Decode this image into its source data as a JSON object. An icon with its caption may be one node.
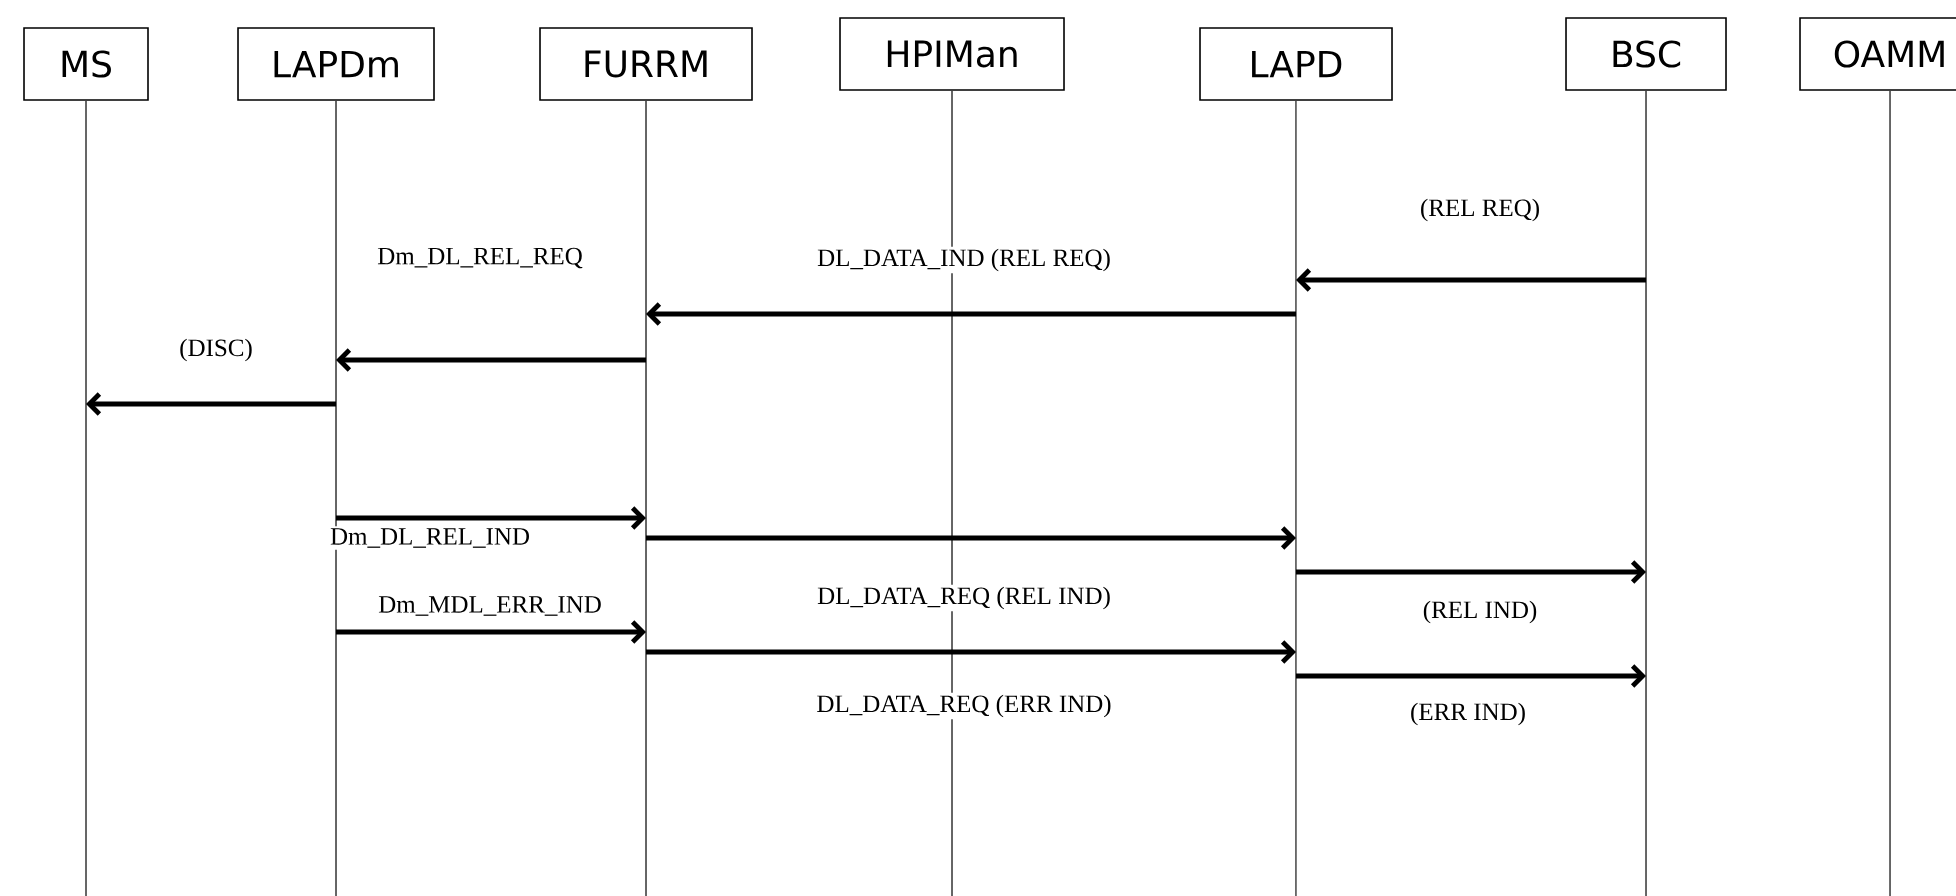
{
  "diagram": {
    "nodes": [
      {
        "text": [
          "MS"
        ]
      },
      {
        "text": [
          "LAPDm"
        ]
      },
      {
        "text": [
          "FURRM"
        ]
      },
      {
        "text": [
          "HPIMan"
        ]
      },
      {
        "text": [
          "LAPD"
        ]
      },
      {
        "text": [
          "BSC"
        ]
      },
      {
        "text": [
          "OAMM"
        ]
      }
    ],
    "edges": [
      {
        "from": 5,
        "to": 4,
        "arrow": "to",
        "label": "(REL REQ)"
      },
      {
        "from": 4,
        "to": 2,
        "arrow": "to",
        "label": "DL_DATA_IND (REL REQ)"
      },
      {
        "from": 2,
        "to": 1,
        "arrow": "to",
        "label": "Dm_DL_REL_REQ"
      },
      {
        "from": 1,
        "to": 0,
        "arrow": "to",
        "label": "(DISC)"
      },
      {
        "from": 1,
        "to": 2,
        "arrow": "to",
        "label": "Dm_DL_REL_IND"
      },
      {
        "from": 2,
        "to": 4,
        "arrow": "to",
        "label": "DL_DATA_REQ (REL IND)"
      },
      {
        "from": 4,
        "to": 5,
        "arrow": "to",
        "label": "(REL IND)"
      },
      {
        "from": 1,
        "to": 2,
        "arrow": "to",
        "label": "Dm_MDL_ERR_IND"
      },
      {
        "from": 2,
        "to": 4,
        "arrow": "to",
        "label": "DL_DATA_REQ (ERR IND)"
      },
      {
        "from": 4,
        "to": 5,
        "arrow": "to",
        "label": "(ERR IND)"
      }
    ]
  }
}
